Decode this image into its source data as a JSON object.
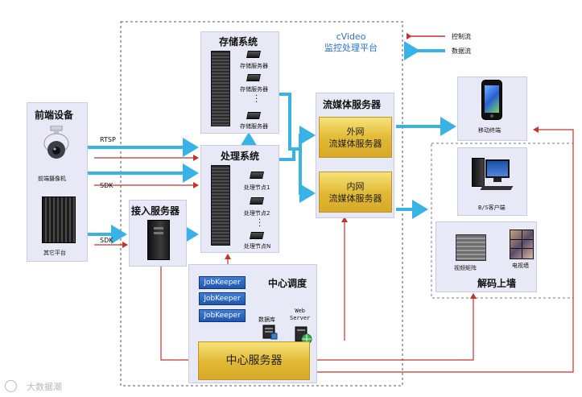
{
  "platform": {
    "line1": "cVideo",
    "line2": "监控处理平台"
  },
  "legend": {
    "control": "控制流",
    "data": "数据流"
  },
  "frontend": {
    "title": "前端设备",
    "camera": "前端摄像机",
    "other": "其它平台"
  },
  "links": {
    "rtsp": "RTSP",
    "sdk1": "SDK",
    "sdk2": "SDK"
  },
  "storage": {
    "title": "存储系统",
    "items": [
      "存储服务器",
      "存储服务器",
      "存储服务器"
    ]
  },
  "processing": {
    "title": "处理系统",
    "items": [
      "处理节点1",
      "处理节点2",
      "处理节点N"
    ]
  },
  "access": {
    "title": "接入服务器"
  },
  "streaming": {
    "title": "流媒体服务器",
    "external": "外网\n流媒体服务器",
    "internal": "内网\n流媒体服务器"
  },
  "mobile": {
    "label": "移动终端"
  },
  "bs_client": {
    "label": "B/S客户端"
  },
  "decode": {
    "title": "解码上墙",
    "matrix": "视频矩阵",
    "tvwall": "电视墙"
  },
  "dispatch": {
    "title": "中心调度",
    "jobkeepers": [
      "JobKeeper",
      "JobKeeper",
      "JobKeeper"
    ],
    "database": "数据库",
    "web": "Web\nServer",
    "central": "中心服务器"
  },
  "watermark": "大数据潮",
  "colors": {
    "dataflow": "#39b3e6",
    "controlflow": "#c8322a",
    "gold": "#e0b832",
    "panel": "#e8e9f6"
  }
}
